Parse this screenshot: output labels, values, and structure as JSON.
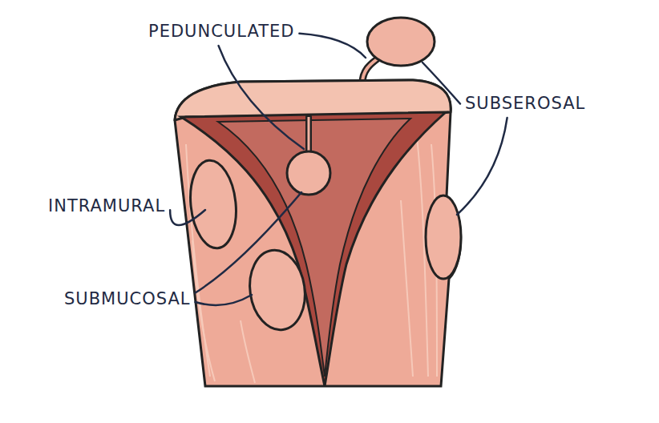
{
  "diagram": {
    "labels": [
      "PEDUNCULATED",
      "SUBSEROSAL",
      "INTRAMURAL",
      "SUBMUCOSAL"
    ]
  }
}
